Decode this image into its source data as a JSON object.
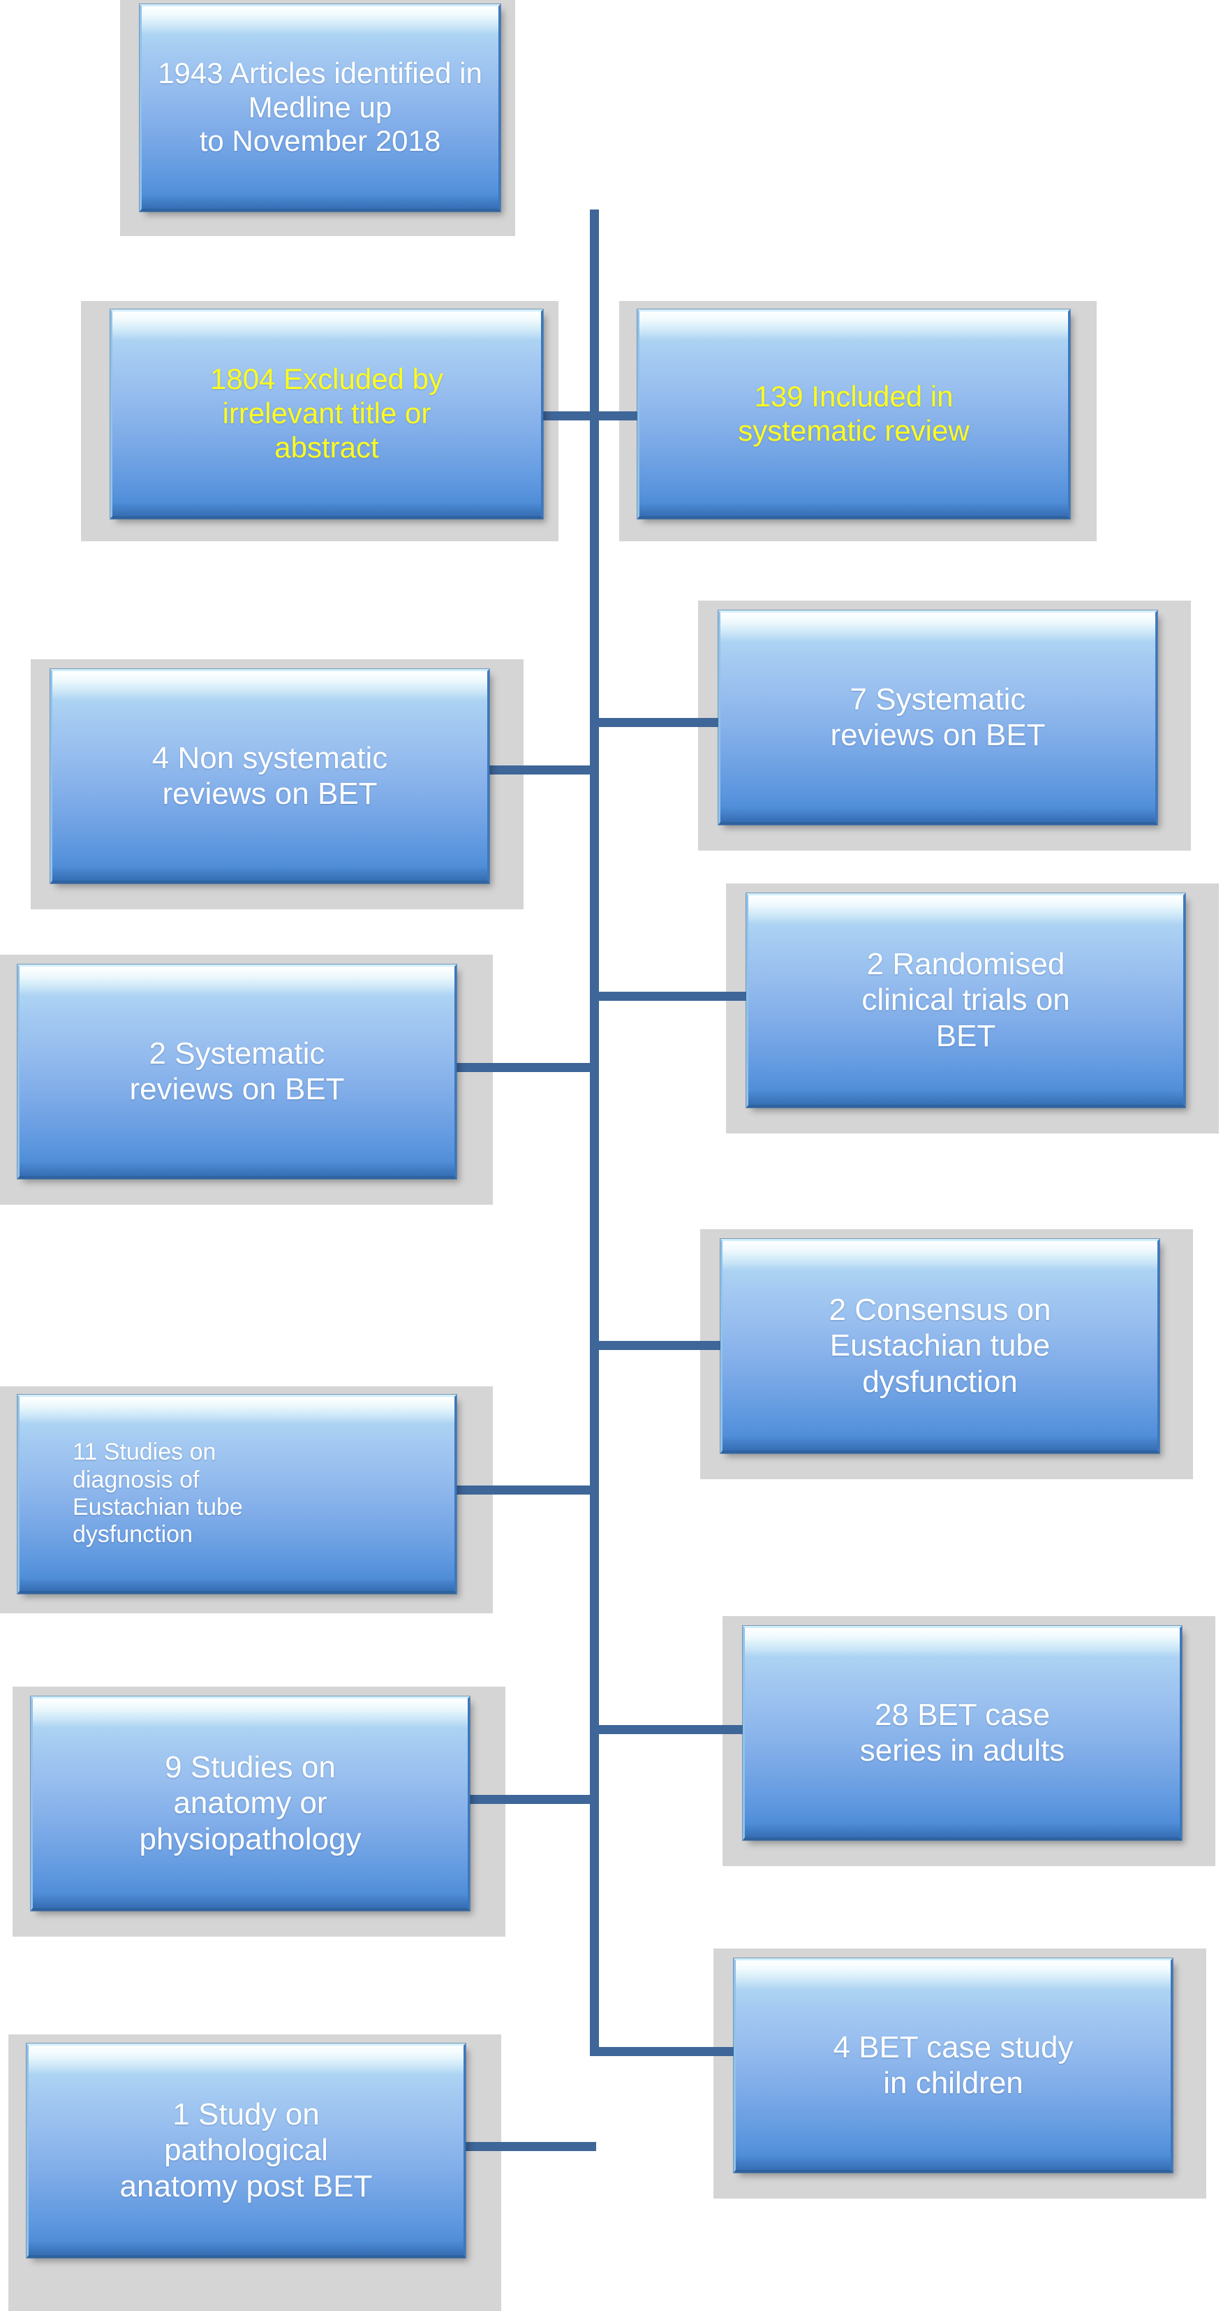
{
  "diagram": {
    "title": "PRISMA-style literature selection flow chart for balloon Eustachian tuboplasty (BET) review",
    "colors": {
      "box_fill_top": "#e9f7fd",
      "box_fill_bottom": "#4486d4",
      "box_frame": "#d5d5d5",
      "connector": "#3f6698",
      "text_white": "#ffffff",
      "text_yellow": "#fdfb21",
      "background": "#ffffff"
    },
    "nodes": [
      {
        "id": "identified",
        "label": "1943 Articles identified in Medline up\nto November 2018",
        "count": 1943,
        "text_color": "white",
        "column": "center"
      },
      {
        "id": "excluded",
        "label": "1804 Excluded by\nirrelevant title or\nabstract",
        "count": 1804,
        "text_color": "yellow",
        "column": "left"
      },
      {
        "id": "included",
        "label": "139 Included in\nsystematic review",
        "count": 139,
        "text_color": "yellow",
        "column": "right"
      },
      {
        "id": "non-systematic-reviews",
        "label": "4 Non systematic\nreviews on BET",
        "count": 4,
        "text_color": "white",
        "column": "left"
      },
      {
        "id": "systematic-reviews-7",
        "label": "7 Systematic\nreviews on BET",
        "count": 7,
        "text_color": "white",
        "column": "right"
      },
      {
        "id": "systematic-reviews-2",
        "label": "2 Systematic\nreviews on BET",
        "count": 2,
        "text_color": "white",
        "column": "left"
      },
      {
        "id": "randomised-trials",
        "label": "2 Randomised\nclinical trials on\nBET",
        "count": 2,
        "text_color": "white",
        "column": "right"
      },
      {
        "id": "studies-diagnosis",
        "label": "11 Studies on\ndiagnosis of\nEustachian tube\ndysfunction",
        "count": 11,
        "text_color": "white",
        "column": "left"
      },
      {
        "id": "consensus",
        "label": "2 Consensus on\nEustachian tube\ndysfunction",
        "count": 2,
        "text_color": "white",
        "column": "right"
      },
      {
        "id": "studies-anatomy",
        "label": "9 Studies on\nanatomy or\nphysiopathology",
        "count": 9,
        "text_color": "white",
        "column": "left"
      },
      {
        "id": "case-series-adults",
        "label": "28 BET case\nseries in adults",
        "count": 28,
        "text_color": "white",
        "column": "right"
      },
      {
        "id": "study-pathological-anatomy",
        "label": "1 Study on\npathological\nanatomy post BET",
        "count": 1,
        "text_color": "white",
        "column": "left"
      },
      {
        "id": "case-study-children",
        "label": "4 BET case study\nin children",
        "count": 4,
        "text_color": "white",
        "column": "right"
      }
    ]
  }
}
